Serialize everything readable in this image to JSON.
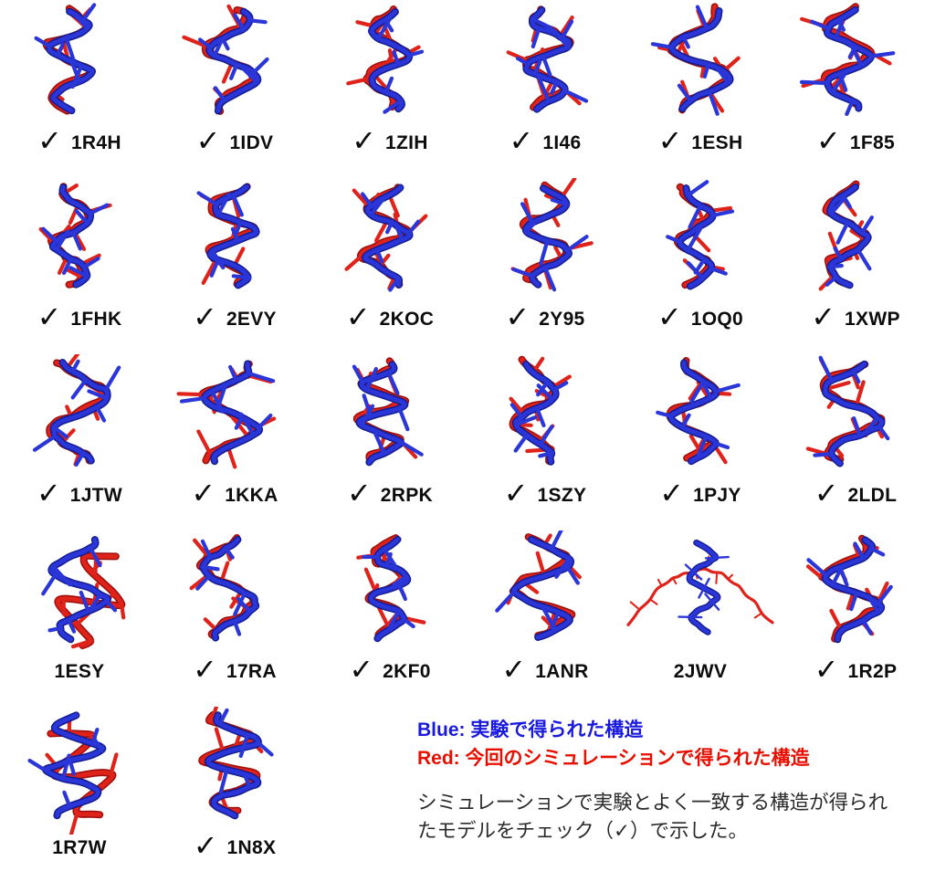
{
  "colors": {
    "blue": "#2b36d9",
    "blue_dark": "#141c8f",
    "red": "#df221a",
    "red_dark": "#9d0f0a",
    "check": "#0d0d0d",
    "label": "#0d0d0d",
    "legend_blue": "#1a1adf",
    "legend_red": "#e80f00",
    "note_text": "#2a2a2a"
  },
  "checkmark_glyph": "✓",
  "structures": [
    {
      "id": "1R4H",
      "checked": true,
      "fit": "good"
    },
    {
      "id": "1IDV",
      "checked": true,
      "fit": "good"
    },
    {
      "id": "1ZIH",
      "checked": true,
      "fit": "good"
    },
    {
      "id": "1I46",
      "checked": true,
      "fit": "good"
    },
    {
      "id": "1ESH",
      "checked": true,
      "fit": "good"
    },
    {
      "id": "1F85",
      "checked": true,
      "fit": "good"
    },
    {
      "id": "1FHK",
      "checked": true,
      "fit": "good"
    },
    {
      "id": "2EVY",
      "checked": true,
      "fit": "good"
    },
    {
      "id": "2KOC",
      "checked": true,
      "fit": "good"
    },
    {
      "id": "2Y95",
      "checked": true,
      "fit": "good"
    },
    {
      "id": "1OQ0",
      "checked": true,
      "fit": "good"
    },
    {
      "id": "1XWP",
      "checked": true,
      "fit": "good"
    },
    {
      "id": "1JTW",
      "checked": true,
      "fit": "good"
    },
    {
      "id": "1KKA",
      "checked": true,
      "fit": "good"
    },
    {
      "id": "2RPK",
      "checked": true,
      "fit": "good"
    },
    {
      "id": "1SZY",
      "checked": true,
      "fit": "good"
    },
    {
      "id": "1PJY",
      "checked": true,
      "fit": "good"
    },
    {
      "id": "2LDL",
      "checked": true,
      "fit": "good"
    },
    {
      "id": "1ESY",
      "checked": false,
      "fit": "partial"
    },
    {
      "id": "17RA",
      "checked": true,
      "fit": "good"
    },
    {
      "id": "2KF0",
      "checked": true,
      "fit": "good"
    },
    {
      "id": "1ANR",
      "checked": true,
      "fit": "good"
    },
    {
      "id": "2JWV",
      "checked": false,
      "fit": "separate"
    },
    {
      "id": "1R2P",
      "checked": true,
      "fit": "good"
    },
    {
      "id": "1R7W",
      "checked": false,
      "fit": "partial"
    },
    {
      "id": "1N8X",
      "checked": true,
      "fit": "good"
    }
  ],
  "legend": {
    "blue_line": "Blue: 実験で得られた構造",
    "red_line": "Red: 今回のシミュレーションで得られた構造"
  },
  "note": "シミュレーションで実験とよく一致する構造が得られたモデルをチェック（✓）で示した。"
}
